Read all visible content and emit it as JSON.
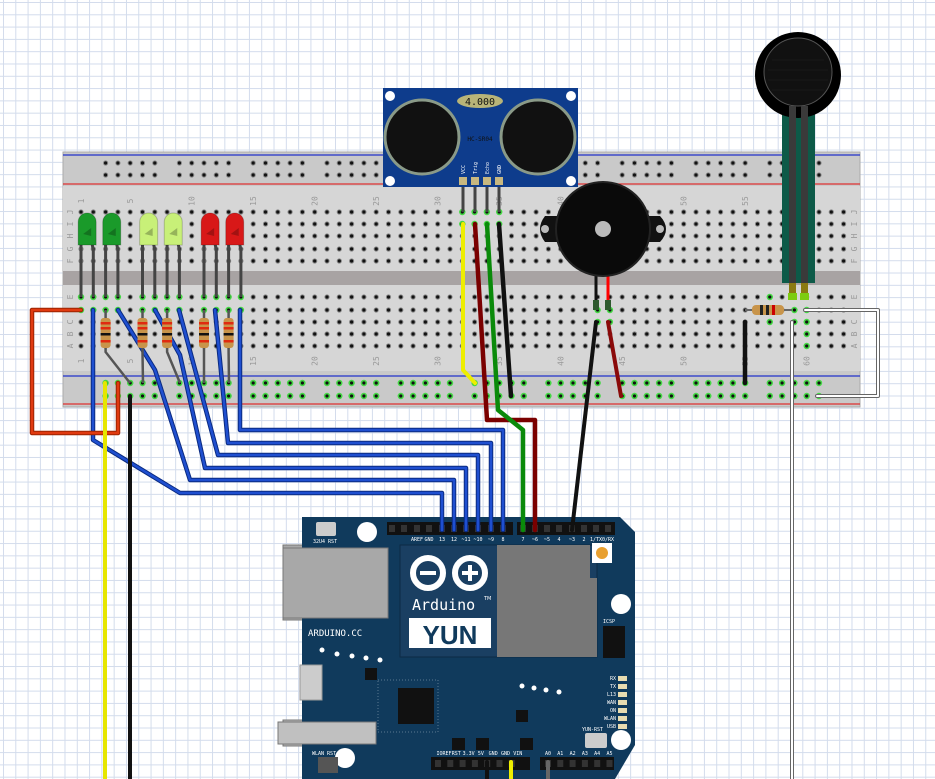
{
  "breadboard": {
    "column_numbers": [
      "1",
      "5",
      "10",
      "15",
      "20",
      "25",
      "30",
      "35",
      "40",
      "45",
      "50",
      "55",
      "60"
    ],
    "row_letters_top": [
      "J",
      "I",
      "H",
      "G",
      "F"
    ],
    "row_letters_bottom": [
      "E",
      "D",
      "C",
      "B",
      "A"
    ]
  },
  "ultrasonic_sensor": {
    "display": "4.000",
    "model": "HC-SR04",
    "pins": [
      "VCC",
      "Trig",
      "Echo",
      "GND"
    ]
  },
  "led_colors": [
    "#1a9a2a",
    "#1a9a2a",
    "#c8f078",
    "#c8f078",
    "#d81818",
    "#d81818"
  ],
  "arduino": {
    "brand": "Arduino",
    "trademark": "TM",
    "model": "YUN",
    "site": "ARDUINO.CC",
    "reset_32u4": "32U4 RST",
    "wlan_reset": "WLAN RST",
    "yun_reset": "YUN-RST",
    "icsp": "ICSP",
    "digital_header_a": [
      "AREF",
      "GND",
      "13",
      "12",
      "~11",
      "~10",
      "~9",
      "8"
    ],
    "digital_header_b": [
      "7",
      "~6",
      "~5",
      "4",
      "~3",
      "2",
      "1/TX",
      "0/RX"
    ],
    "power_header": [
      "IOREF",
      "RST",
      "3.3V",
      "5V",
      "GND",
      "GND",
      "VIN"
    ],
    "analog_header": [
      "A0",
      "A1",
      "A2",
      "A3",
      "A4",
      "A5"
    ],
    "status_leds": [
      "RX",
      "TX",
      "L13",
      "WAN",
      "ON",
      "WLAN",
      "USB"
    ]
  }
}
